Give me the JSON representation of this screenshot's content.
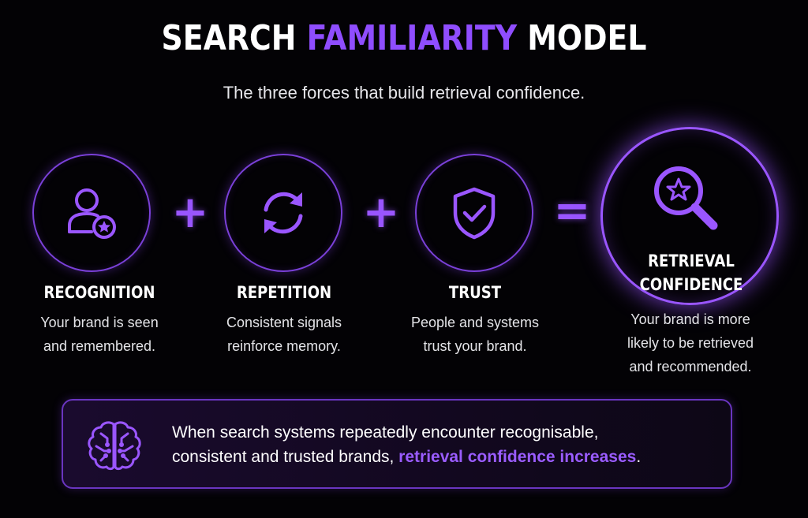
{
  "header": {
    "title_part1": "SEARCH",
    "title_part2": "FAMILIARITY",
    "title_part3": "MODEL",
    "subtitle": "The three forces that build retrieval confidence."
  },
  "forces": [
    {
      "icon": "user-star-icon",
      "title": "RECOGNITION",
      "desc_line1": "Your brand is seen",
      "desc_line2": "and remembered."
    },
    {
      "icon": "refresh-cycle-icon",
      "title": "REPETITION",
      "desc_line1": "Consistent signals",
      "desc_line2": "reinforce memory."
    },
    {
      "icon": "shield-check-icon",
      "title": "TRUST",
      "desc_line1": "People and systems",
      "desc_line2": "trust your brand."
    }
  ],
  "operators": {
    "plus": "+",
    "equals": "="
  },
  "result": {
    "icon": "magnifier-star-icon",
    "title_line1": "RETRIEVAL",
    "title_line2": "CONFIDENCE",
    "desc_line1": "Your brand is more",
    "desc_line2": "likely to be retrieved",
    "desc_line3": "and recommended."
  },
  "banner": {
    "icon": "brain-circuit-icon",
    "text_line1": "When search systems repeatedly encounter recognisable,",
    "text_line2_plain": "consistent and trusted brands, ",
    "text_line2_highlight": "retrieval confidence increases",
    "text_line2_end": "."
  },
  "colors": {
    "background": "#030205",
    "accent": "#8f4dff",
    "text": "#ffffff"
  }
}
